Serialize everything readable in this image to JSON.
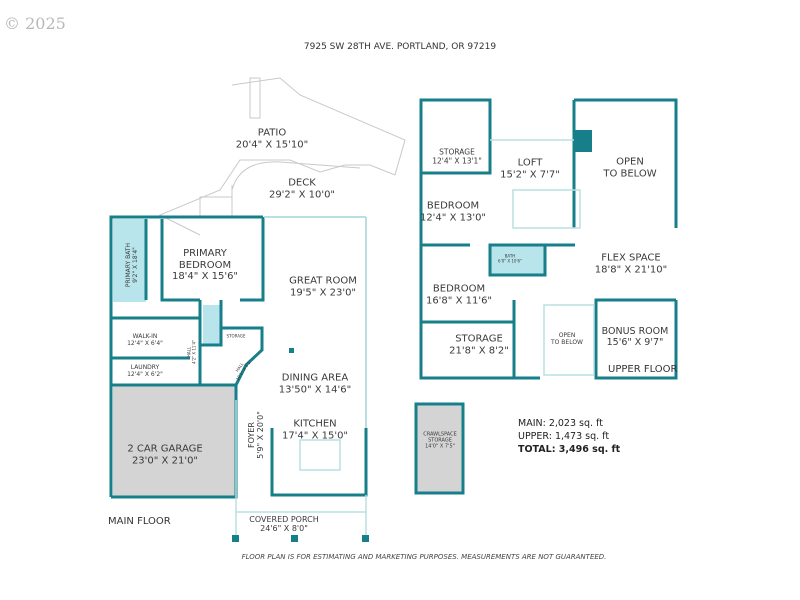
{
  "copyright": "© 2025",
  "address": "7925 SW 28TH AVE. PORTLAND, OR 97219",
  "colors": {
    "wall": "#167f8a",
    "wet_room": "#b8e5eb",
    "garage": "#d4d4d4",
    "outline": "#b9dfe3"
  },
  "main_floor": {
    "label": "MAIN FLOOR",
    "rooms": {
      "patio": {
        "name": "PATIO",
        "dims": "20'4\" X 15'10\""
      },
      "deck": {
        "name": "DECK",
        "dims": "29'2\" X 10'0\""
      },
      "primary_bedroom": {
        "name1": "PRIMARY",
        "name2": "BEDROOM",
        "dims": "18'4\" X 15'6\""
      },
      "primary_bath": {
        "name": "PRIMARY BATH",
        "dims": "9'2\" X 18'4\""
      },
      "great_room": {
        "name": "GREAT ROOM",
        "dims": "19'5\" X 23'0\""
      },
      "walk_in": {
        "name": "WALK-IN",
        "dims": "12'4\" X 6'4\""
      },
      "laundry": {
        "name": "LAUNDRY",
        "dims": "12'4\" X 6'2\""
      },
      "hall_1": {
        "name": "HALL",
        "dims": "4'2\" X 11'4\""
      },
      "storage": {
        "name": "STORAGE"
      },
      "hall_2": {
        "name": "HALL",
        "dims": "10'1\" X 6'1\""
      },
      "dining_area": {
        "name": "DINING AREA",
        "dims": "13'50\" X 14'6\""
      },
      "garage": {
        "name": "2 CAR GARAGE",
        "dims": "23'0\" X 21'0\""
      },
      "foyer": {
        "name": "FOYER",
        "dims": "5'9\" X 20'0\""
      },
      "kitchen": {
        "name": "KITCHEN",
        "dims": "17'4\" X 15'0\""
      },
      "covered_porch": {
        "name": "COVERED PORCH",
        "dims": "24'6\" X 8'0\""
      }
    }
  },
  "upper_floor": {
    "label": "UPPER FLOOR",
    "rooms": {
      "storage_1": {
        "name": "STORAGE",
        "dims": "12'4\" X 13'1\""
      },
      "loft": {
        "name": "LOFT",
        "dims": "15'2\" X 7'7\""
      },
      "open_1": {
        "name1": "OPEN",
        "name2": "TO BELOW"
      },
      "bedroom_1": {
        "name": "BEDROOM",
        "dims": "12'4\" X 13'0\""
      },
      "flex_space": {
        "name": "FLEX SPACE",
        "dims": "18'8\" X 21'10\""
      },
      "bath": {
        "name": "BATH",
        "dims": "6'0\" X 10'6\""
      },
      "bedroom_2": {
        "name": "BEDROOM",
        "dims": "16'8\" X 11'6\""
      },
      "storage_2": {
        "name": "STORAGE",
        "dims": "21'8\" X 8'2\""
      },
      "open_2": {
        "name1": "OPEN",
        "name2": "TO BELOW"
      },
      "bonus_room": {
        "name": "BONUS ROOM",
        "dims": "15'6\" X 9'7\""
      }
    }
  },
  "crawlspace": {
    "name1": "CRAWLSPACE",
    "name2": "STORAGE",
    "dims": "14'0\" X 7'5\""
  },
  "areas": {
    "main": "MAIN: 2,023 sq. ft",
    "upper": "UPPER: 1,473 sq. ft",
    "total": "TOTAL: 3,496 sq. ft"
  },
  "disclaimer": "FLOOR PLAN IS FOR ESTIMATING AND MARKETING PURPOSES. MEASUREMENTS ARE NOT GUARANTEED."
}
